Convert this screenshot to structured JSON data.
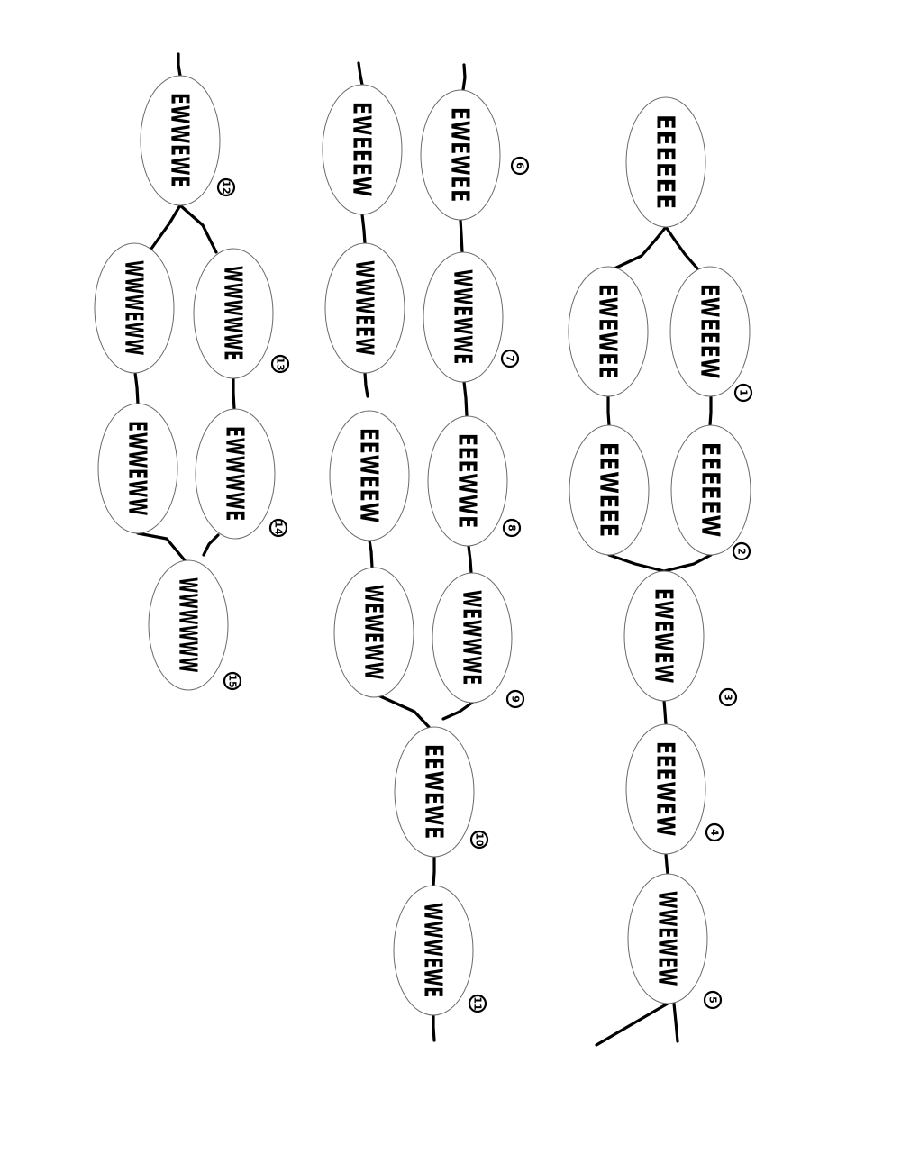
{
  "nodes": [
    {
      "id": "n0",
      "text": "EEEEEE",
      "num": ""
    },
    {
      "id": "n1",
      "text": "EWEEEW",
      "num": "1"
    },
    {
      "id": "n2",
      "text": "EWEWEE",
      "num": ""
    },
    {
      "id": "n3",
      "text": "EEEEEW",
      "num": "2"
    },
    {
      "id": "n4",
      "text": "EEWEEE",
      "num": ""
    },
    {
      "id": "n5",
      "text": "EWEWEW",
      "num": "3"
    },
    {
      "id": "n6",
      "text": "EEEWEW",
      "num": "4"
    },
    {
      "id": "n7",
      "text": "WWEWEW",
      "num": "5"
    },
    {
      "id": "n8",
      "text": "EWEWEE",
      "num": "6"
    },
    {
      "id": "n9",
      "text": "WWEWWE",
      "num": "7"
    },
    {
      "id": "n10",
      "text": "EEEWWE",
      "num": "8"
    },
    {
      "id": "n11",
      "text": "WEWWWE",
      "num": "9"
    },
    {
      "id": "n12",
      "text": "EWEEEW",
      "num": ""
    },
    {
      "id": "n13",
      "text": "WWWEEW",
      "num": ""
    },
    {
      "id": "n14",
      "text": "EEWEEW",
      "num": ""
    },
    {
      "id": "n15",
      "text": "WEWEWW",
      "num": ""
    },
    {
      "id": "n16",
      "text": "EEWEWE",
      "num": "10"
    },
    {
      "id": "n17",
      "text": "WWWEWE",
      "num": "11"
    },
    {
      "id": "n18",
      "text": "EWWEWE",
      "num": "12"
    },
    {
      "id": "n19",
      "text": "WWWWWE",
      "num": "13"
    },
    {
      "id": "n20",
      "text": "WWWEWW",
      "num": ""
    },
    {
      "id": "n21",
      "text": "EWWWWE",
      "num": "14"
    },
    {
      "id": "n22",
      "text": "EWWEWW",
      "num": ""
    },
    {
      "id": "n23",
      "text": "WWWWWW",
      "num": "15"
    }
  ]
}
